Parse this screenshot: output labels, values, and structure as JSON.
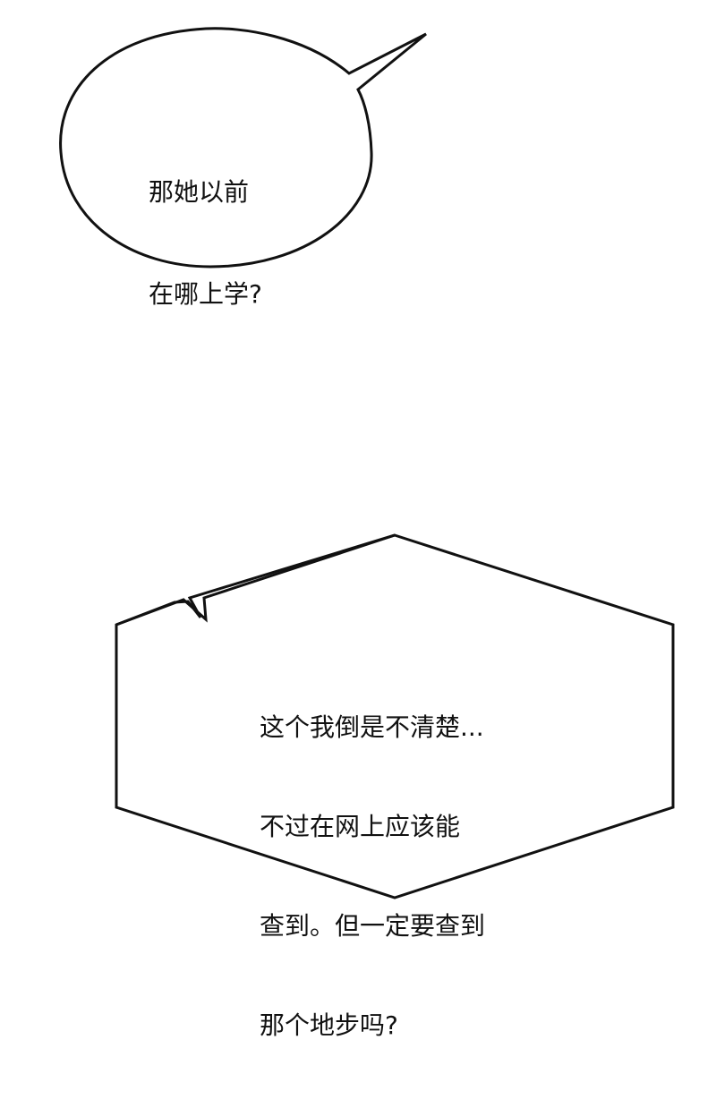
{
  "panel": {
    "background": "#ffffff",
    "stroke": "#111111"
  },
  "bubble_top": {
    "shape": "oval-speech-bubble",
    "lines": [
      "那她以前",
      "在哪上学?"
    ]
  },
  "bubble_bottom": {
    "shape": "hexagon-speech-bubble",
    "lines": [
      "这个我倒是不清楚...",
      "不过在网上应该能",
      "查到。但一定要查到",
      "那个地步吗?"
    ]
  }
}
